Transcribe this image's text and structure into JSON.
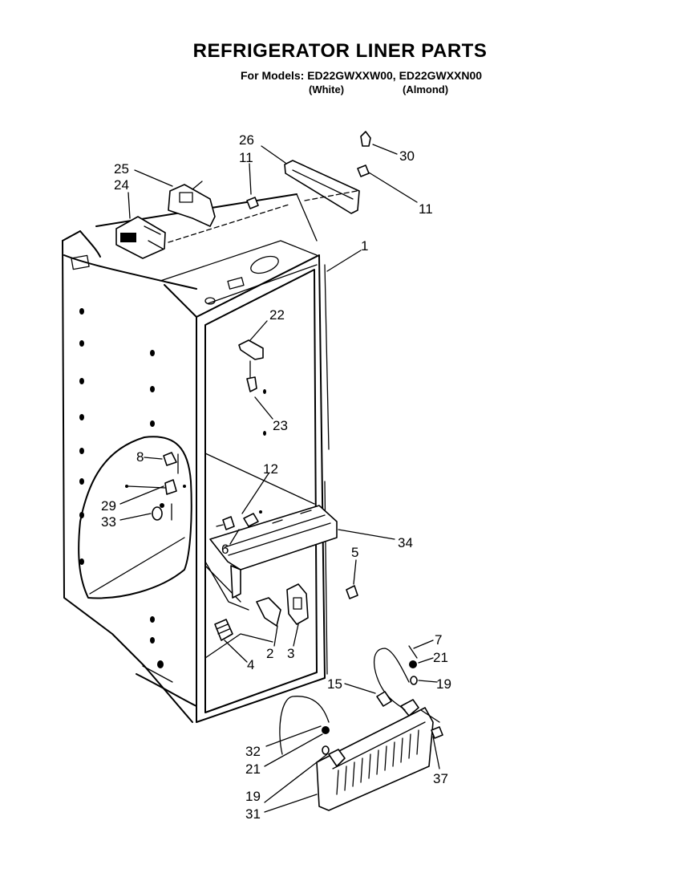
{
  "header": {
    "title": "REFRIGERATOR LINER PARTS",
    "models": "For Models: ED22GWXXW00, ED22GWXXN00",
    "variant_white": "(White)",
    "variant_almond": "(Almond)"
  },
  "callouts": {
    "p26": "26",
    "p11a": "11",
    "p30": "30",
    "p11b": "11",
    "p25": "25",
    "p24": "24",
    "p1": "1",
    "p22": "22",
    "p23": "23",
    "p8": "8",
    "p12": "12",
    "p29": "29",
    "p33": "33",
    "p6": "6",
    "p34": "34",
    "p5": "5",
    "p2": "2",
    "p3": "3",
    "p4": "4",
    "p7": "7",
    "p21a": "21",
    "p15": "15",
    "p19a": "19",
    "p32": "32",
    "p21b": "21",
    "p19b": "19",
    "p31": "31",
    "p37": "37"
  }
}
